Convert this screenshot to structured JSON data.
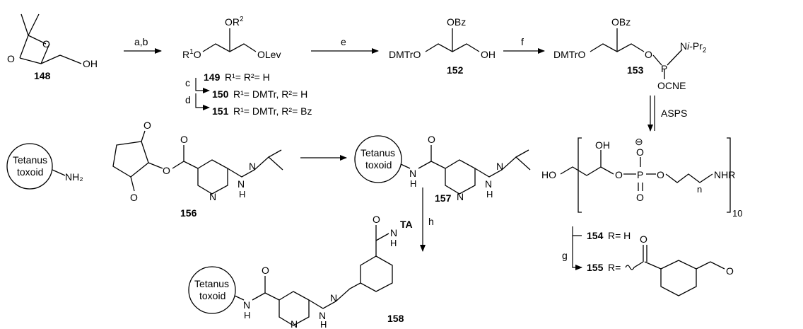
{
  "compounds": {
    "c148": "148",
    "c149": "149",
    "c150": "150",
    "c151": "151",
    "c152": "152",
    "c153": "153",
    "c154": "154",
    "c155": "155",
    "c156": "156",
    "c157": "157",
    "c158": "158"
  },
  "steps": {
    "ab": "a,b",
    "c": "c",
    "d": "d",
    "e": "e",
    "f": "f",
    "g": "g",
    "h": "h",
    "asps": "ASPS"
  },
  "substituents": {
    "r149": "R¹= R²= H",
    "r150": "R¹= DMTr, R²= H",
    "r151": "R¹= DMTr, R²= Bz",
    "r154": "R= H",
    "r155": "R="
  },
  "groups": {
    "oh": "OH",
    "ho": "HO",
    "o": "O",
    "olev": "OLev",
    "or2": "OR²",
    "r1": "R¹O",
    "obz": "OBz",
    "dmtro": "DMTrO",
    "p": "P",
    "nipr2": "Ni-Pr₂",
    "ocne": "OCNE",
    "nh2": "NH₂",
    "nhr": "NHR",
    "n": "N",
    "h": "H",
    "ta": "TA",
    "minus": "⊖",
    "sub10": "10",
    "subn": "n"
  },
  "carrier": {
    "line1": "Tetanus",
    "line2": "toxoid"
  }
}
